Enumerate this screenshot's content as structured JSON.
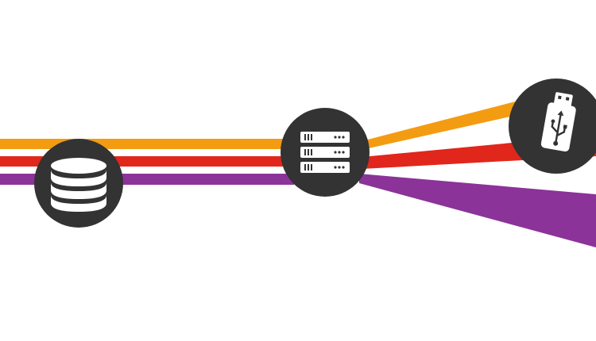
{
  "colors": {
    "background": "#ffffff",
    "orange": "#f39c12",
    "red": "#e1261c",
    "purple": "#8b3399",
    "node_fill": "#333333",
    "icon_fill": "#ffffff"
  },
  "streams": [
    {
      "name": "orange-stream",
      "color": "#f39c12"
    },
    {
      "name": "red-stream",
      "color": "#e1261c"
    },
    {
      "name": "purple-stream",
      "color": "#8b3399"
    }
  ],
  "nodes": [
    {
      "name": "database-node",
      "icon": "database-icon"
    },
    {
      "name": "server-node",
      "icon": "server-rack-icon"
    },
    {
      "name": "usb-node",
      "icon": "usb-drive-icon"
    }
  ]
}
